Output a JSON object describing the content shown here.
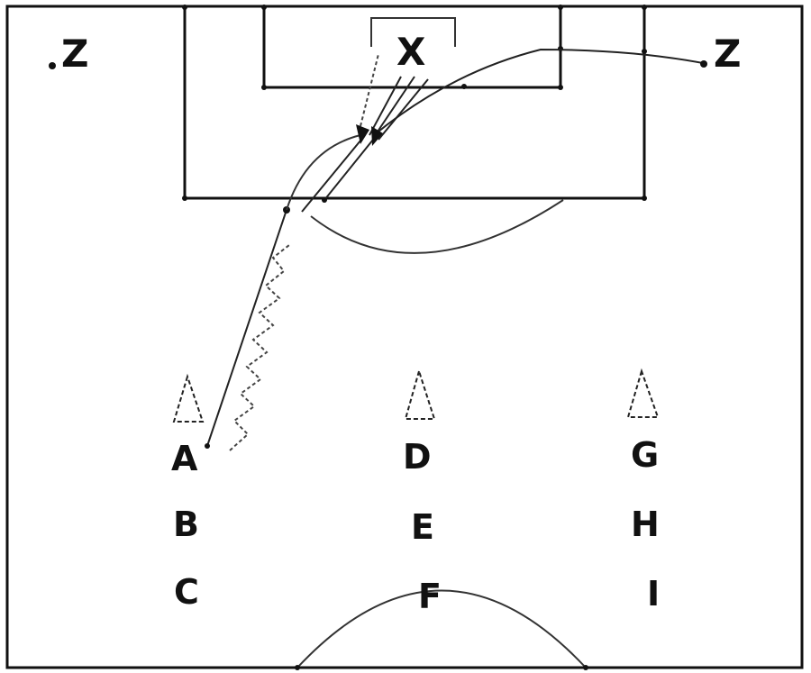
{
  "labels": {
    "goalkeeper": "X",
    "server_left": "Z",
    "server_right": "Z",
    "col1": [
      "A",
      "B",
      "C"
    ],
    "col2": [
      "D",
      "E",
      "F"
    ],
    "col3": [
      "G",
      "H",
      "I"
    ]
  }
}
